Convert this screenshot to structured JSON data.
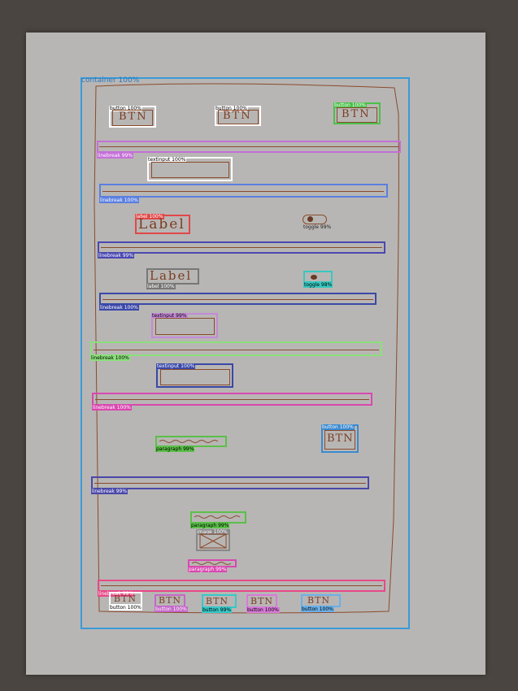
{
  "container": {
    "tag": "container 100%",
    "color": "#3a9ad9"
  },
  "top_row": [
    {
      "tag": "button 100%",
      "text": "BTN",
      "color": "#ffffff"
    },
    {
      "tag": "button 100%",
      "text": "BTN",
      "color": "#ffffff"
    },
    {
      "tag": "button 100%",
      "text": "BTN",
      "color": "#49c049"
    }
  ],
  "linebreak_1": {
    "tag": "linebreak 99%",
    "color": "#c46fd8"
  },
  "textinput_1": {
    "tag": "textinput 100%",
    "color": "#ffffff"
  },
  "linebreak_2": {
    "tag": "linebreak 100%",
    "color": "#5b7fe0"
  },
  "label_1": {
    "tag": "label 100%",
    "text": "Label",
    "color": "#e04848"
  },
  "toggle_1": {
    "tag": "toggle 99%",
    "color": "#6a6a6a"
  },
  "linebreak_3": {
    "tag": "linebreak 99%",
    "color": "#4a48b0"
  },
  "label_2": {
    "tag": "label 100%",
    "text": "Label",
    "color": "#777777"
  },
  "toggle_2": {
    "tag": "toggle 98%",
    "color": "#38c8c0"
  },
  "linebreak_4": {
    "tag": "linebreak 100%",
    "color": "#3a48a8"
  },
  "textinput_2": {
    "tag": "textinput 99%",
    "color": "#c48ad8"
  },
  "linebreak_5": {
    "tag": "linebreak 100%",
    "color": "#8ae07a"
  },
  "textinput_3": {
    "tag": "textinput 100%",
    "color": "#3a48a8"
  },
  "linebreak_6": {
    "tag": "linebreak 100%",
    "color": "#d848b0"
  },
  "paragraph_1": {
    "tag": "paragraph 99%",
    "color": "#5ac048"
  },
  "button_right": {
    "tag": "button 100%",
    "text": "BTN",
    "color": "#3a8ad0"
  },
  "linebreak_7": {
    "tag": "linebreak 99%",
    "color": "#4a48a8"
  },
  "paragraph_2": {
    "tag": "paragraph 99%",
    "color": "#5ac048"
  },
  "image_1": {
    "tag": "image 100%",
    "color": "#888888"
  },
  "paragraph_3": {
    "tag": "paragraph 99%",
    "color": "#d848b0"
  },
  "linebreak_8": {
    "tag": "linebreak 99%",
    "color": "#e84888"
  },
  "bottom_row": [
    {
      "tag": "button 100%",
      "text": "BTN",
      "color": "#ffffff"
    },
    {
      "tag": "button 100%",
      "text": "BTN",
      "color": "#c468c8"
    },
    {
      "tag": "button 99%",
      "text": "BTN",
      "color": "#38c8c8"
    },
    {
      "tag": "button 100%",
      "text": "BTN",
      "color": "#d87ad8"
    },
    {
      "tag": "button 100%",
      "text": "BTN",
      "color": "#6ab0e8"
    }
  ]
}
